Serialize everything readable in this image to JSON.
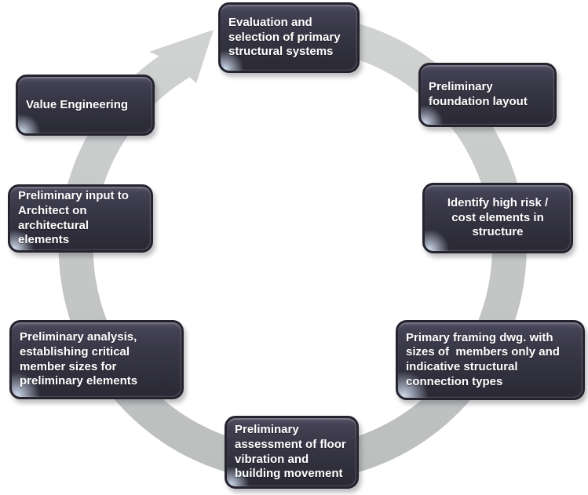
{
  "diagram": {
    "type": "process-cycle",
    "direction": "clockwise",
    "colors": {
      "background": "#ffffff",
      "arrow": "#c6c9c8",
      "box_fill": "#35343f",
      "box_border": "#25242e",
      "box_text": "#ffffff"
    },
    "steps": [
      {
        "id": "evaluation-selection",
        "position": "top",
        "label": "Evaluation and\nselection of primary\nstructural systems"
      },
      {
        "id": "foundation-layout",
        "position": "top-right",
        "label": "Preliminary\nfoundation layout"
      },
      {
        "id": "high-risk-elements",
        "position": "right",
        "label": "Identify high risk /\ncost elements in\nstructure"
      },
      {
        "id": "primary-framing",
        "position": "bottom-right",
        "label": "Primary framing dwg. with\nsizes of  members only and\nindicative structural\nconnection types"
      },
      {
        "id": "floor-vibration",
        "position": "bottom",
        "label": "Preliminary\nassessment of floor\nvibration and\nbuilding movement"
      },
      {
        "id": "preliminary-analysis",
        "position": "bottom-left",
        "label": "Preliminary analysis,\nestablishing critical\nmember sizes for\npreliminary elements"
      },
      {
        "id": "architect-input",
        "position": "left",
        "label": "Preliminary input to\nArchitect on\narchitectural\nelements"
      },
      {
        "id": "value-engineering",
        "position": "top-left",
        "label": "Value Engineering"
      }
    ]
  }
}
